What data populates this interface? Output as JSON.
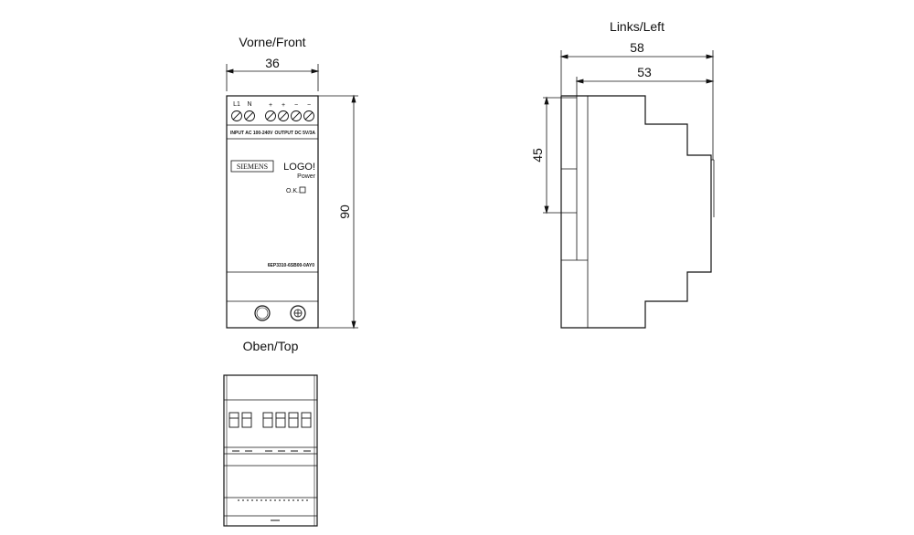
{
  "views": {
    "front": "Vorne/Front",
    "left": "Links/Left",
    "top": "Oben/Top"
  },
  "dimensions": {
    "front_width": "36",
    "front_height": "90",
    "side_depth_total": "58",
    "side_depth_body": "53",
    "side_rail": "45"
  },
  "terminals": [
    "L1",
    "N",
    "+",
    "+",
    "−",
    "−"
  ],
  "device": {
    "input_label": "INPUT AC 100-240V",
    "output_label": "OUTPUT DC 5V/3A",
    "brand": "SIEMENS",
    "product_line1": "LOGO!",
    "product_line2": "Power",
    "ok_label": "O.K.",
    "part_number": "6EP3310-6SB00-0AY0"
  }
}
